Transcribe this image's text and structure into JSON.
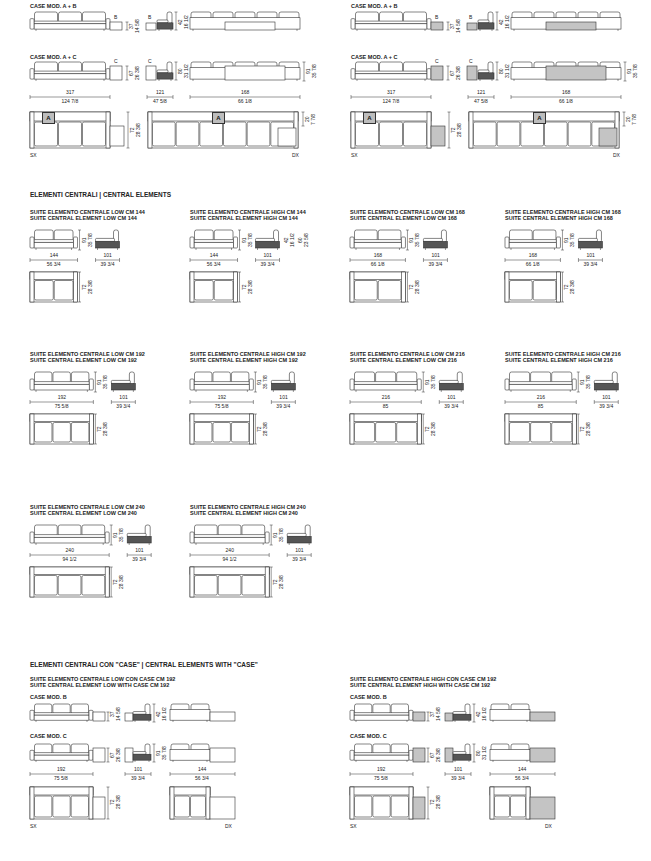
{
  "diagram": {
    "nodes": [
      {
        "text": [
          "A"
        ]
      },
      {
        "text": [
          "A"
        ]
      },
      {
        "text": [
          "A"
        ]
      },
      {
        "text": [
          "A"
        ]
      }
    ],
    "labels": [
      "CASE MOD. A + B",
      "B",
      "37",
      "14 5/8",
      "B",
      "42",
      "16 1/2",
      "CASE MOD. A + C",
      "C",
      "67",
      "26 3/8",
      "C",
      "80",
      "31 1/2",
      "91",
      "35 7/8",
      "317",
      "124 7/8",
      "121",
      "47 5/8",
      "168",
      "66 1/8",
      "72",
      "28 3/8",
      "20",
      "7 7/8",
      "SX",
      "DX",
      "CASE MOD. A + B",
      "B",
      "37",
      "14 5/8",
      "B",
      "42",
      "16 1/2",
      "CASE MOD. A + C",
      "C",
      "67",
      "26 3/8",
      "C",
      "80",
      "31 1/2",
      "91",
      "35 7/8",
      "317",
      "124 7/8",
      "121",
      "47 5/8",
      "168",
      "66 1/8",
      "72",
      "28 3/8",
      "20",
      "7 7/8",
      "SX",
      "DX",
      "ELEMENTI CENTRALI | CENTRAL ELEMENTS",
      "SUITE ELEMENTO CENTRALE LOW CM 144",
      "SUITE CENTRAL ELEMENT LOW CM 144",
      "91",
      "35 7/8",
      "144",
      "56 3/4",
      "101",
      "39 3/4",
      "72",
      "28 3/8",
      "SUITE ELEMENTO CENTRALE HIGH CM 144",
      "SUITE CENTRAL ELEMENT HIGH CM 144",
      "91",
      "35 7/8",
      "42",
      "16 1/2",
      "60",
      "23 5/8",
      "144",
      "56 3/4",
      "101",
      "39 3/4",
      "72",
      "28 3/8",
      "SUITE ELEMENTO CENTRALE LOW CM 168",
      "SUITE CENTRAL ELEMENT LOW CM 168",
      "91",
      "35 7/8",
      "168",
      "66 1/8",
      "101",
      "39 3/4",
      "72",
      "28 3/8",
      "SUITE ELEMENTO CENTRALE HIGH CM 168",
      "SUITE CENTRAL ELEMENT HIGH CM 168",
      "91",
      "35 7/8",
      "168",
      "66 1/8",
      "101",
      "39 3/4",
      "72",
      "28 3/8",
      "SUITE ELEMENTO CENTRALE LOW CM 192",
      "SUITE CENTRAL ELEMENT LOW CM 192",
      "91",
      "35 7/8",
      "192",
      "75 5/8",
      "101",
      "39 3/4",
      "72",
      "28 3/8",
      "SUITE ELEMENTO CENTRALE HIGH CM 192",
      "SUITE CENTRAL ELEMENT HIGH CM 192",
      "91",
      "35 7/8",
      "192",
      "75 5/8",
      "101",
      "39 3/4",
      "72",
      "28 3/8",
      "SUITE ELEMENTO CENTRALE LOW CM 216",
      "SUITE CENTRAL ELEMENT LOW CM 216",
      "91",
      "35 7/8",
      "216",
      "85",
      "101",
      "39 3/4",
      "72",
      "28 3/8",
      "SUITE ELEMENTO CENTRALE HIGH CM 216",
      "SUITE CENTRAL ELEMENT HIGH CM 216",
      "91",
      "35 7/8",
      "216",
      "85",
      "101",
      "39 3/4",
      "72",
      "28 3/8",
      "SUITE ELEMENTO CENTRALE LOW CM 240",
      "SUITE CENTRAL ELEMENT LOW CM 240",
      "91",
      "35 7/8",
      "240",
      "94 1/2",
      "101",
      "39 3/4",
      "72",
      "28 3/8",
      "SUITE ELEMENTO CENTRALE HIGH CM 240",
      "SUITE CENTRAL ELEMENT HIGH CM 240",
      "91",
      "35 7/8",
      "240",
      "94 1/2",
      "101",
      "39 3/4",
      "72",
      "28 3/8",
      "ELEMENTI CENTRALI CON \"CASE\" | CENTRAL ELEMENTS WITH \"CASE\"",
      "SUITE ELEMENTO CENTRALE LOW CON CASE CM 192",
      "SUITE CENTRAL ELEMENT LOW WITH CASE CM 192",
      "CASE MOD. B",
      "37",
      "14 5/8",
      "42",
      "16 1/2",
      "CASE MOD. C",
      "67",
      "26 3/8",
      "91",
      "35 7/8",
      "192",
      "75 5/8",
      "101",
      "39 3/4",
      "144",
      "56 3/4",
      "72",
      "28 3/8",
      "SX",
      "DX",
      "SUITE ELEMENTO CENTRALE HIGH CON CASE CM 192",
      "SUITE CENTRAL ELEMENT HIGH WITH CASE CM 192",
      "CASE MOD. B",
      "37",
      "14 5/8",
      "42",
      "16 1/2",
      "CASE MOD. C",
      "67",
      "26 3/8",
      "80",
      "31 1/2",
      "192",
      "75 5/8",
      "101",
      "39 3/4",
      "144",
      "56 3/4",
      "72",
      "28 3/8",
      "SX",
      "DX"
    ]
  }
}
